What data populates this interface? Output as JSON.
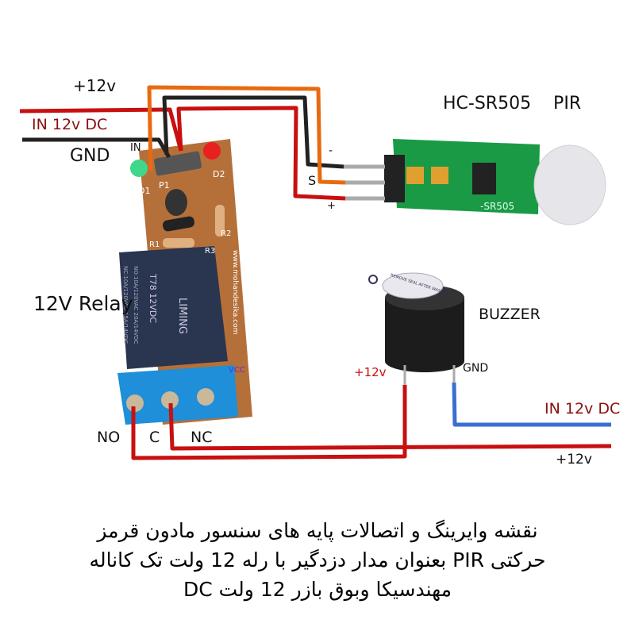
{
  "labels": {
    "plus12v_top": "+12v",
    "in12vdc_left": "IN 12v DC",
    "gnd_left": "GND",
    "in_pin": "IN",
    "pir_title": "HC-SR505    PIR",
    "pir_minus": "-",
    "pir_s": "S",
    "pir_plus": "+",
    "pir_board_text": "-SR505",
    "relay_title": "12V Relay",
    "relay_brand": "LIMING",
    "relay_model": "T78  12VDC",
    "relay_spec1": "NO:10A/120VAC  20A/14VDC",
    "relay_spec2": "NC:10A/120VAC  15A/14VDC",
    "relay_site": "www.mohandesika.com",
    "vcc": "VCC",
    "no": "NO",
    "c": "C",
    "nc": "NC",
    "buzzer_title": "BUZZER",
    "buzzer_sticker": "REMOVE SEAL AFTER WASHING",
    "buzzer_plus": "+12v",
    "buzzer_gnd": "GND",
    "in12vdc_right": "IN 12v DC",
    "plus12v_bottom": "+12v",
    "pcb_d1": "D1",
    "pcb_d2": "D2",
    "pcb_p1": "P1",
    "pcb_r1": "R1",
    "pcb_r2": "R2",
    "pcb_r3": "R3"
  },
  "caption": {
    "line1": "نقشه وایرینگ و اتصالات پایه های سنسور مادون قرمز",
    "line2": "حرکتی PIR بعنوان مدار دزدگیر با رله 12 ولت تک کاناله",
    "line3": "مهندسیکا وبوق بازر 12 ولت DC"
  },
  "colors": {
    "wire_red": "#c81010",
    "wire_black": "#222222",
    "wire_orange": "#e86a10",
    "wire_blue": "#3a6fd0",
    "pcb": "#b5703a",
    "relay": "#2a3550",
    "terminal": "#1e8fd8",
    "pir_pcb": "#1a9a45"
  }
}
